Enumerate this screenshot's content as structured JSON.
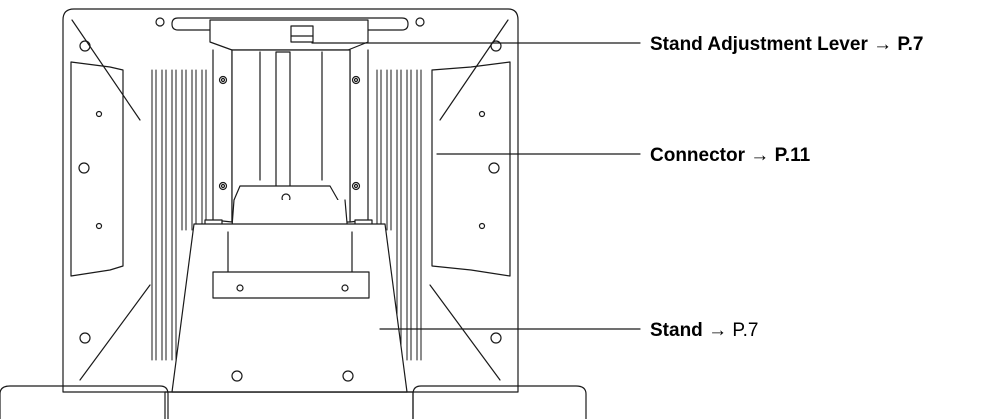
{
  "callouts": {
    "lever": {
      "name": "Stand Adjustment Lever",
      "arrow": "→",
      "page": "P.7"
    },
    "connector": {
      "name": "Connector",
      "arrow": "→",
      "page": "P.11"
    },
    "stand": {
      "name": "Stand",
      "arrow": "→",
      "page": "P.7"
    }
  },
  "colors": {
    "line": "#1a1a1a",
    "fill": "#ffffff",
    "text": "#000000"
  }
}
